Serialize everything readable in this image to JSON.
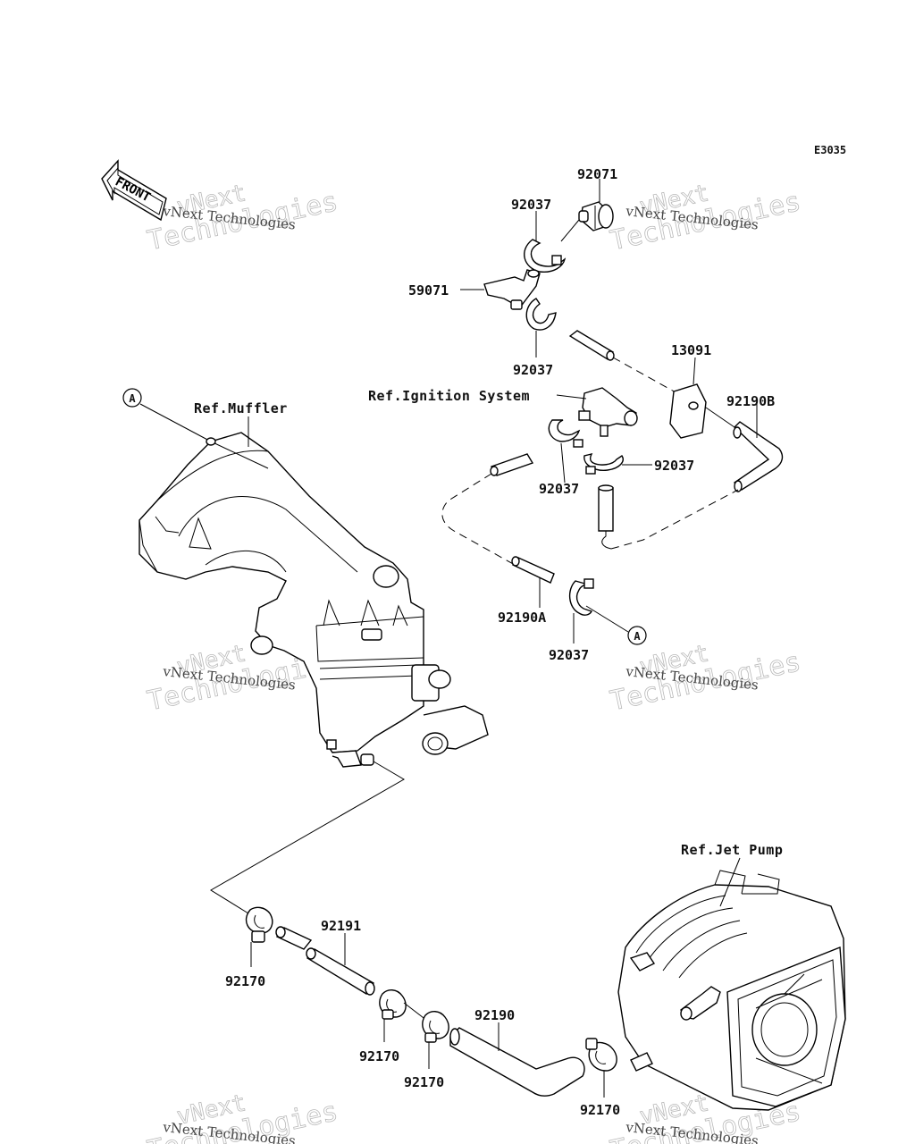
{
  "diagram_code": "E3035",
  "front_label": "FRONT",
  "watermark": {
    "line1": "vNext",
    "line2": "Technologies",
    "small": "vNext Technologies"
  },
  "callout_marker": "A",
  "references": {
    "muffler": "Ref.Muffler",
    "ignition": "Ref.Ignition System",
    "jet_pump": "Ref.Jet Pump"
  },
  "parts": {
    "p92071": "92071",
    "p92037_top": "92037",
    "p59071": "59071",
    "p92037_mid": "92037",
    "p13091": "13091",
    "p92190B": "92190B",
    "p92037_right": "92037",
    "p92037_left": "92037",
    "p92190A": "92190A",
    "p92037_low": "92037",
    "p92191": "92191",
    "p92170_a": "92170",
    "p92170_b": "92170",
    "p92170_c": "92170",
    "p92190": "92190",
    "p92170_d": "92170"
  }
}
